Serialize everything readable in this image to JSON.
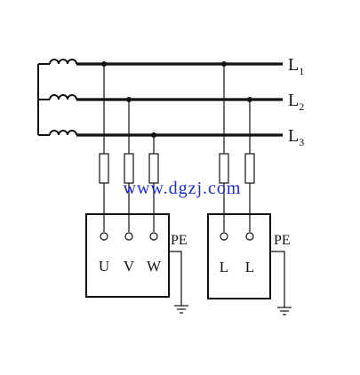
{
  "bus_labels": [
    {
      "main": "L",
      "sub": "1"
    },
    {
      "main": "L",
      "sub": "2"
    },
    {
      "main": "L",
      "sub": "3"
    }
  ],
  "watermark": "www.dgzj.com",
  "load1": {
    "terminals": [
      "U",
      "V",
      "W"
    ],
    "pe_label": "PE"
  },
  "load2": {
    "terminals": [
      "L",
      "L"
    ],
    "pe_label": "PE"
  },
  "colors": {
    "line": "#111111",
    "watermark": "#1d2bd6",
    "background": "#ffffff"
  }
}
